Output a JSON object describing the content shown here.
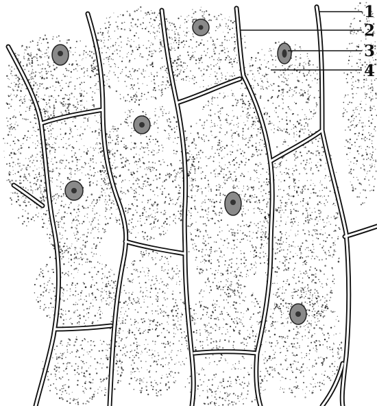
{
  "figure": {
    "labels": [
      {
        "id": "1",
        "text": "1"
      },
      {
        "id": "2",
        "text": "2"
      },
      {
        "id": "3",
        "text": "3"
      },
      {
        "id": "4",
        "text": "4"
      }
    ],
    "colors": {
      "ink": "#111111",
      "paper": "#ffffff",
      "nucleus": "#8a8a8a"
    }
  }
}
